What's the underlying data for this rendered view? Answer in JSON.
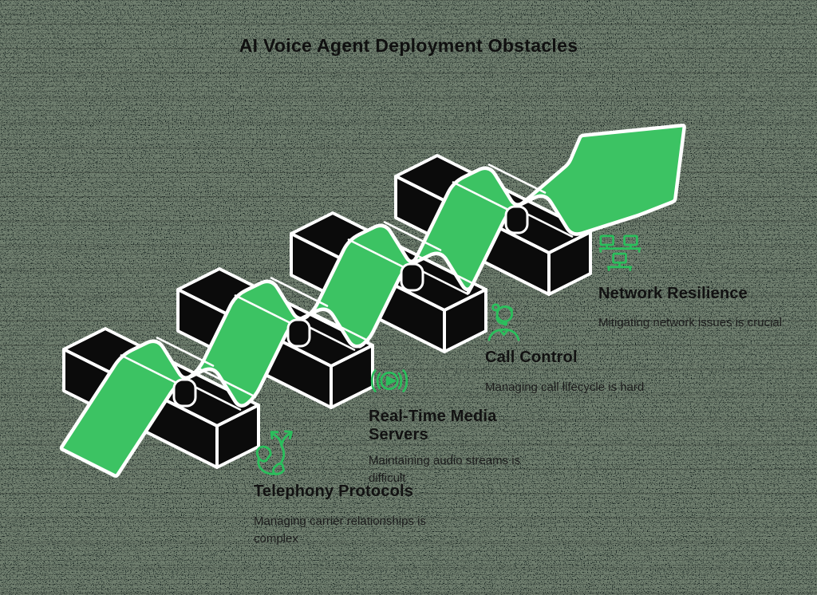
{
  "title": "AI Voice Agent Deployment Obstacles",
  "diagram": {
    "obstacle_count": 4,
    "style": "isometric green ribbon arrow weaving over black bars"
  },
  "obstacles": [
    {
      "label": "Telephony Protocols",
      "description": "Managing carrier relationships is complex",
      "icon": "telephony-arrows-icon"
    },
    {
      "label": "Real-Time Media Servers",
      "description": "Maintaining audio streams is difficult",
      "icon": "media-stream-icon"
    },
    {
      "label": "Call Control",
      "description": "Managing call lifecycle is hard",
      "icon": "call-agent-icon"
    },
    {
      "label": "Network Resilience",
      "description": "Mitigating network issues is crucial",
      "icon": "network-computers-icon"
    }
  ],
  "colors": {
    "ribbon_green": "#3cc363",
    "icon_green": "#2bbe5c",
    "bar_black": "#0b0b0b",
    "outline_white": "#ffffff",
    "text_black": "#141414"
  }
}
